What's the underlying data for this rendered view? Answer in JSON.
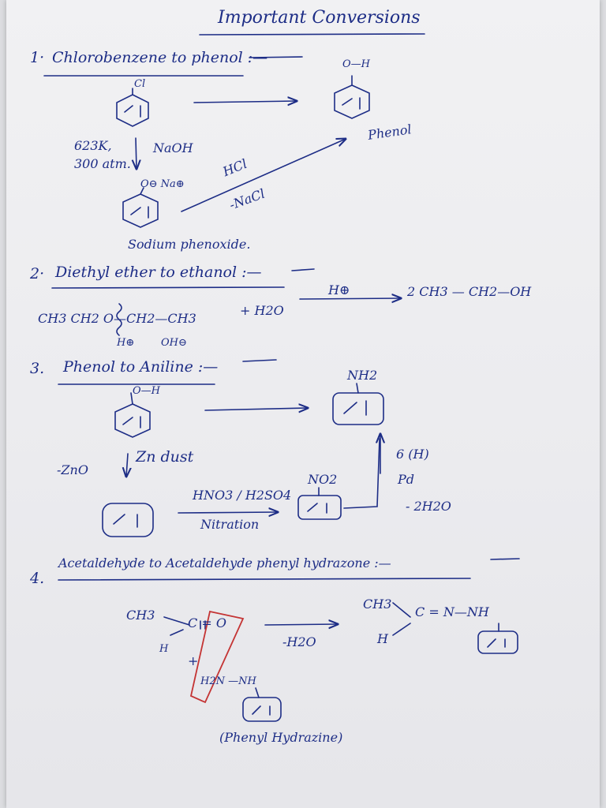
{
  "title": "Important Conversions",
  "s1": {
    "num": "1·",
    "heading": "Chlorobenzene to phenol :—",
    "reactant_sub": "Cl",
    "product_sub": "O—H",
    "product_name": "Phenol",
    "cond_left_1": "623K,",
    "cond_left_2": "300 atm.",
    "reagent_right": "NaOH",
    "intermediate_sub": "O⊖ Na⊕",
    "acid": "HCl",
    "byproduct": "-NaCl",
    "intermediate_name": "Sodium phenoxide."
  },
  "s2": {
    "num": "2·",
    "heading": "Diethyl ether to ethanol :—",
    "reactant": "CH3 CH2 O—CH2—CH3",
    "water": "+ H2O",
    "split_h": "H⊕",
    "split_oh": "OH⊖",
    "catalyst": "H⊕",
    "product": "2 CH3 — CH2—OH"
  },
  "s3": {
    "num": "3.",
    "heading": "Phenol to Aniline :—",
    "phenol_sub": "O—H",
    "aniline_sub": "NH2",
    "zn_side": "-ZnO",
    "zn_reagent": "Zn dust",
    "nitration_reagent": "HNO3 / H2SO4",
    "nitration_label": "Nitration",
    "nitro_sub": "NO2",
    "reduction_1": "6 (H)",
    "reduction_2": "Pd",
    "reduction_3": "- 2H2O"
  },
  "s4": {
    "num": "4.",
    "heading": "Acetaldehyde to Acetaldehyde phenyl hydrazone :—",
    "acetaldehyde_ch3": "CH3",
    "acetaldehyde_co": "C = O",
    "acetaldehyde_h": "H",
    "plus": "+",
    "hydrazine": "H2N —NH",
    "condition": "-H2O",
    "product_ch3": "CH3",
    "product_core": "C = N—NH",
    "product_h": "H",
    "reagent_name": "(Phenyl Hydrazine)"
  }
}
